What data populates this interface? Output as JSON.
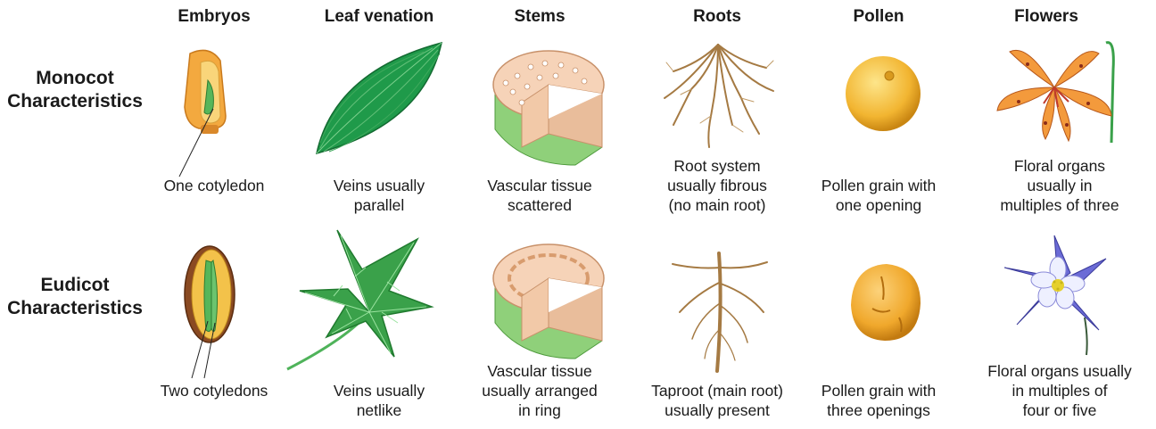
{
  "columns": [
    "Embryos",
    "Leaf venation",
    "Stems",
    "Roots",
    "Pollen",
    "Flowers"
  ],
  "rows": [
    {
      "title_lines": [
        "Monocot",
        "Characteristics"
      ],
      "captions": [
        [
          "One cotyledon"
        ],
        [
          "Veins usually",
          "parallel"
        ],
        [
          "Vascular tissue",
          "scattered"
        ],
        [
          "Root system",
          "usually fibrous",
          "(no main root)"
        ],
        [
          "Pollen grain with",
          "one opening"
        ],
        [
          "Floral organs",
          "usually in",
          "multiples of three"
        ]
      ]
    },
    {
      "title_lines": [
        "Eudicot",
        "Characteristics"
      ],
      "captions": [
        [
          "Two cotyledons"
        ],
        [
          "Veins usually",
          "netlike"
        ],
        [
          "Vascular tissue",
          "usually arranged",
          "in ring"
        ],
        [
          "Taproot (main root)",
          "usually present"
        ],
        [
          "Pollen grain with",
          "three openings"
        ],
        [
          "Floral organs usually",
          "in multiples of",
          "four or five"
        ]
      ]
    }
  ],
  "colors": {
    "leaf_green": "#1f9a4a",
    "stem_tissue": "#f6d3b8",
    "root_brown": "#a57a43",
    "pollen_gold": "#f2b531",
    "flower_orange": "#f39a3c",
    "flower_violet": "#6b6bd6"
  }
}
